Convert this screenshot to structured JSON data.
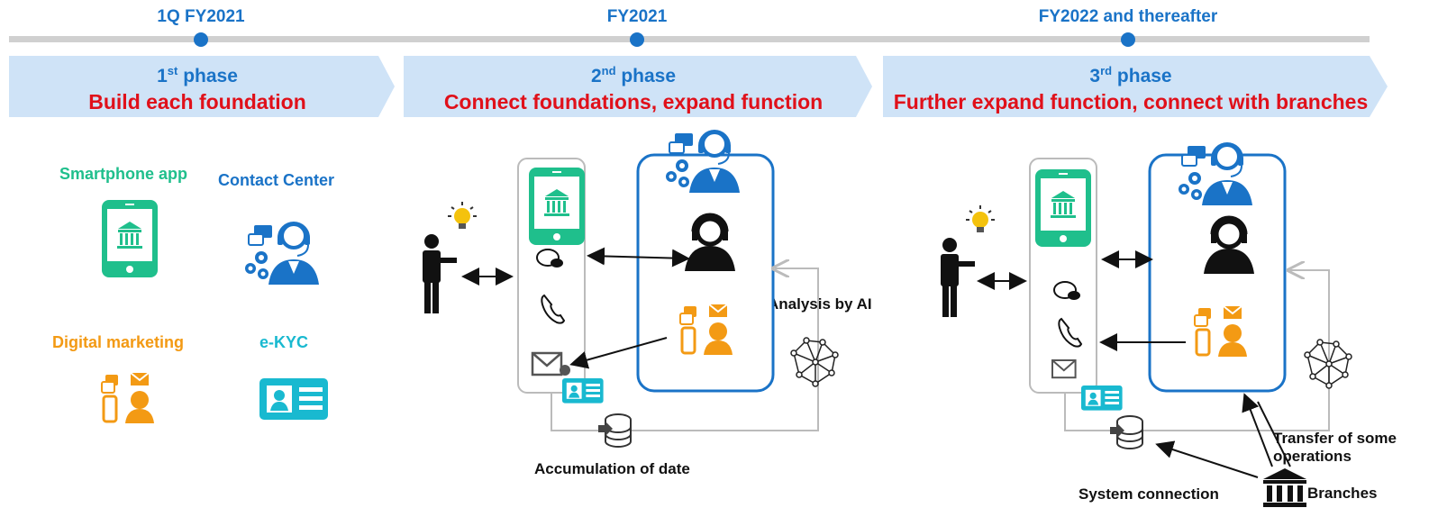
{
  "timeline": {
    "points": [
      {
        "label": "1Q FY2021"
      },
      {
        "label": "FY2021"
      },
      {
        "label": "FY2022 and thereafter"
      }
    ]
  },
  "phases": [
    {
      "title": "1",
      "title_sup": "st",
      "title_rest": " phase",
      "subtitle": "Build each foundation"
    },
    {
      "title": "2",
      "title_sup": "nd",
      "title_rest": " phase",
      "subtitle": "Connect foundations, expand function"
    },
    {
      "title": "3",
      "title_sup": "rd",
      "title_rest": " phase",
      "subtitle": "Further expand function, connect with branches"
    }
  ],
  "foundations": {
    "smartphone_app": "Smartphone app",
    "contact_center": "Contact Center",
    "digital_marketing": "Digital marketing",
    "ekyc": "e-KYC"
  },
  "phase2": {
    "analysis": "Analysis by AI",
    "accumulation": "Accumulation of date"
  },
  "phase3": {
    "transfer": "Transfer of some operations",
    "system_connection": "System connection",
    "branches": "Branches"
  },
  "colors": {
    "primary_blue": "#1a73c7",
    "accent_red": "#e0101a",
    "green": "#1fbf8c",
    "orange": "#f39a14",
    "teal": "#19b9d0",
    "arrow_bg": "#cfe3f7"
  }
}
